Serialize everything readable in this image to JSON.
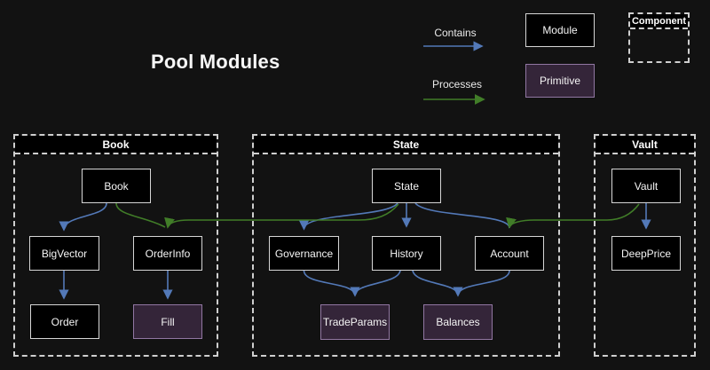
{
  "title": "Pool Modules",
  "legend": {
    "contains": "Contains",
    "processes": "Processes",
    "module": "Module",
    "primitive": "Primitive",
    "component": "Component"
  },
  "colors": {
    "background": "#121212",
    "contains_blue": "#5379b8",
    "processes_green": "#417d28",
    "module_bg": "#000000",
    "module_border": "#d6d6d6",
    "primitive_bg": "#342539",
    "primitive_border": "#9177a2",
    "dashed_border": "#cfcfcf"
  },
  "sections": {
    "book": {
      "label": "Book"
    },
    "state": {
      "label": "State"
    },
    "vault": {
      "label": "Vault"
    }
  },
  "nodes": {
    "book": "Book",
    "bigvector": "BigVector",
    "orderinfo": "OrderInfo",
    "order": "Order",
    "fill": "Fill",
    "state": "State",
    "governance": "Governance",
    "history": "History",
    "account": "Account",
    "tradeparams": "TradeParams",
    "balances": "Balances",
    "vault": "Vault",
    "deepprice": "DeepPrice"
  },
  "edges": [
    {
      "from": "Book",
      "to": "BigVector",
      "type": "contains"
    },
    {
      "from": "BigVector",
      "to": "Order",
      "type": "contains"
    },
    {
      "from": "OrderInfo",
      "to": "Fill",
      "type": "contains"
    },
    {
      "from": "State",
      "to": "Governance",
      "type": "contains"
    },
    {
      "from": "State",
      "to": "History",
      "type": "contains"
    },
    {
      "from": "State",
      "to": "Account",
      "type": "contains"
    },
    {
      "from": "Governance",
      "to": "TradeParams",
      "type": "contains"
    },
    {
      "from": "History",
      "to": "TradeParams",
      "type": "contains"
    },
    {
      "from": "History",
      "to": "Balances",
      "type": "contains"
    },
    {
      "from": "Account",
      "to": "Balances",
      "type": "contains"
    },
    {
      "from": "Vault",
      "to": "DeepPrice",
      "type": "contains"
    },
    {
      "from": "Book",
      "to": "OrderInfo",
      "type": "processes"
    },
    {
      "from": "State",
      "to": "OrderInfo",
      "type": "processes"
    },
    {
      "from": "Vault",
      "to": "Account",
      "type": "processes"
    }
  ]
}
